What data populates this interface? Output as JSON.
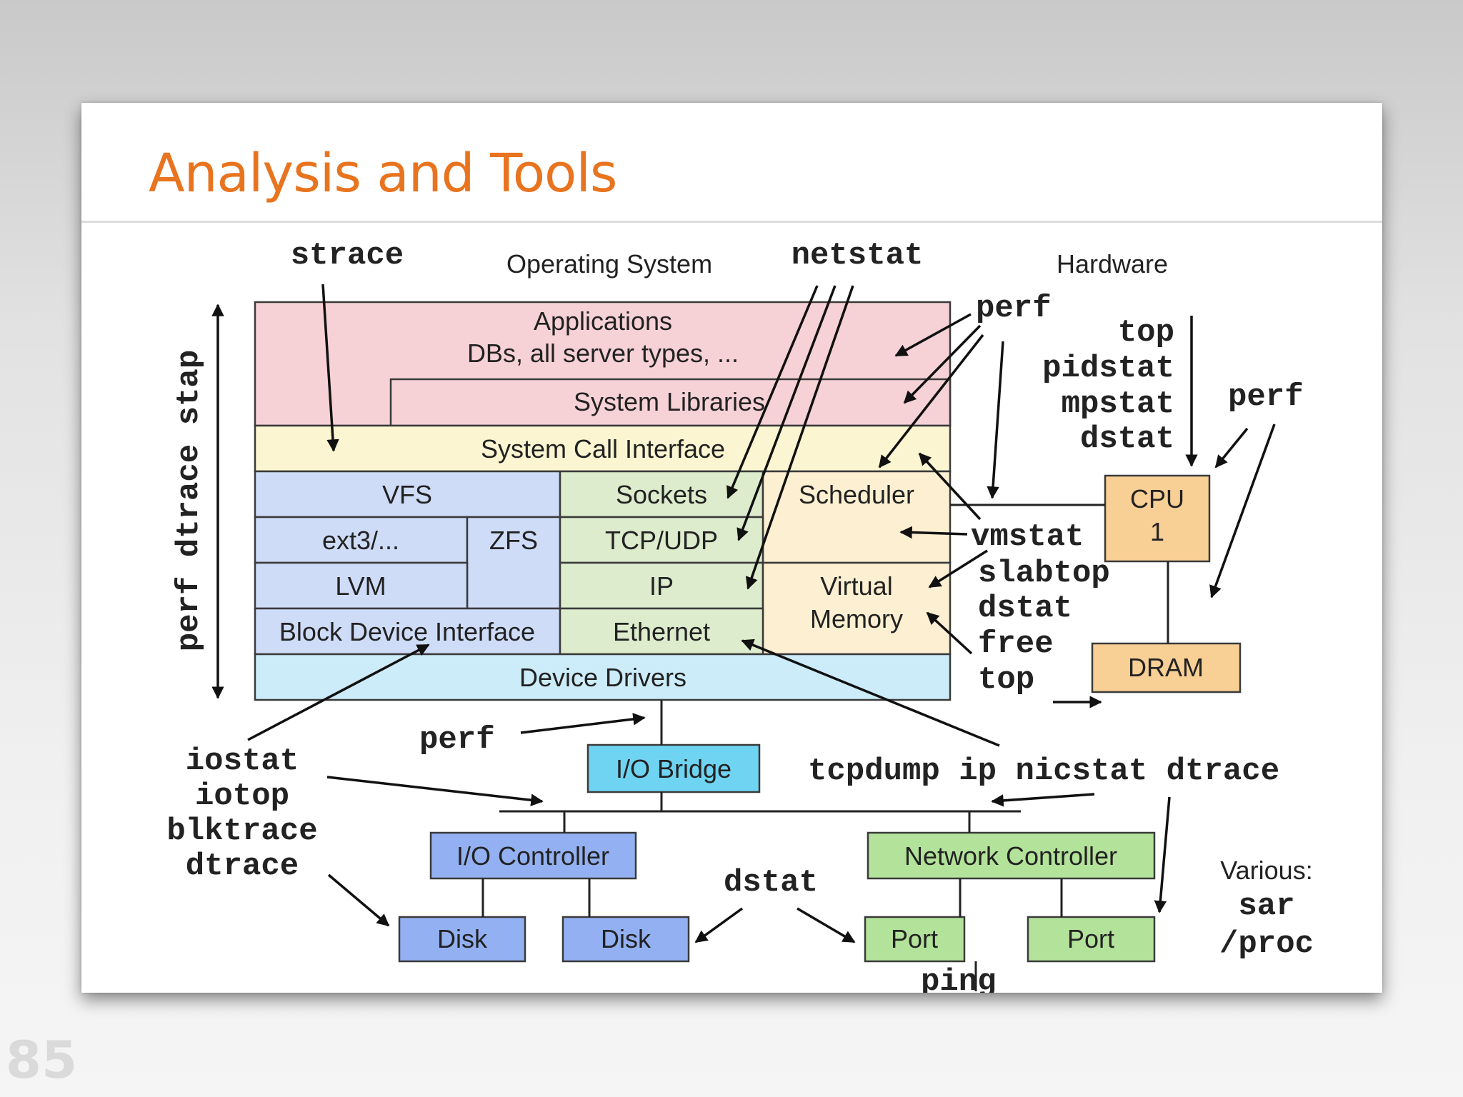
{
  "slide": {
    "title": "Analysis and Tools",
    "page_number": "85"
  },
  "colors": {
    "title": "#e8741f",
    "applications": "#f6d2d6",
    "system_call_interface": "#fbf6d1",
    "storage_stack": "#cfdcf8",
    "network_stack": "#dceccc",
    "kernel_other": "#fdf0d2",
    "device_drivers": "#ccecfa",
    "io_bridge": "#6fd3f2",
    "io_controller": "#93b1f2",
    "network_controller": "#b3e39a",
    "cpu_dram": "#f8cf95"
  },
  "diagram": {
    "section_labels": {
      "operating_system": "Operating System",
      "hardware": "Hardware"
    },
    "components": {
      "applications_line1": "Applications",
      "applications_line2": "DBs, all server types, ...",
      "system_libraries": "System Libraries",
      "system_call_interface": "System Call Interface",
      "vfs": "VFS",
      "sockets": "Sockets",
      "scheduler": "Scheduler",
      "ext3": "ext3/...",
      "zfs": "ZFS",
      "tcp_udp": "TCP/UDP",
      "lvm": "LVM",
      "ip": "IP",
      "virtual_memory_line1": "Virtual",
      "virtual_memory_line2": "Memory",
      "block_device_interface": "Block Device Interface",
      "ethernet": "Ethernet",
      "device_drivers": "Device Drivers",
      "cpu_line1": "CPU",
      "cpu_line2": "1",
      "dram": "DRAM",
      "io_bridge": "I/O Bridge",
      "io_controller": "I/O Controller",
      "network_controller": "Network Controller",
      "disk_1": "Disk",
      "disk_2": "Disk",
      "port_1": "Port",
      "port_2": "Port"
    },
    "tools": {
      "strace": "strace",
      "netstat": "netstat",
      "perf_apps": "perf",
      "perf_dtrace_stap": "perf dtrace stap",
      "cpu_tools": [
        "top",
        "pidstat",
        "mpstat",
        "dstat"
      ],
      "perf_cpu": "perf",
      "vmstat": "vmstat",
      "memory_tools": [
        "slabtop",
        "dstat",
        "free",
        "top"
      ],
      "perf_bus": "perf",
      "tcpdump_line": "tcpdump ip nicstat dtrace",
      "disk_tools": [
        "iostat",
        "iotop",
        "blktrace",
        "dtrace"
      ],
      "dstat_hw": "dstat",
      "ping": "ping",
      "various_label": "Various:",
      "various_tools": [
        "sar",
        "/proc"
      ]
    }
  }
}
